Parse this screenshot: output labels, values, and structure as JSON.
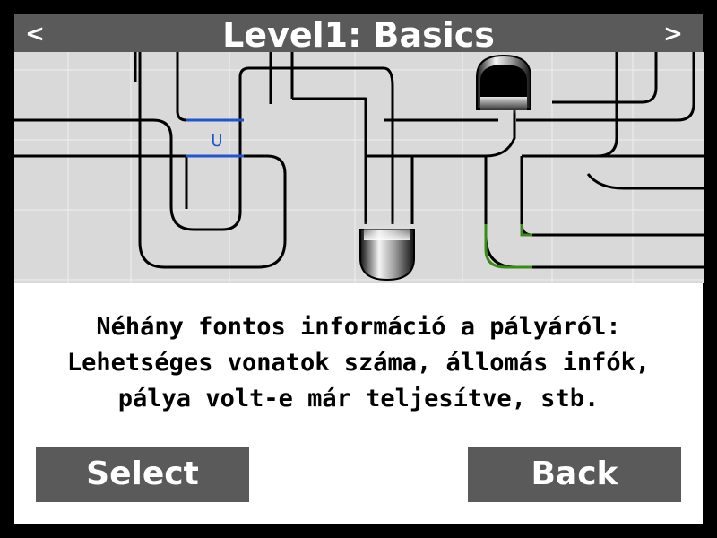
{
  "header": {
    "title": "Level1: Basics",
    "prev_glyph": "<",
    "next_glyph": ">"
  },
  "map": {
    "station_marker_label": "U",
    "colors": {
      "background": "#d9d9d9",
      "track": "#000000",
      "station_highlight": "#2255cc",
      "green_track": "#3a8a1a"
    }
  },
  "info": {
    "lines": [
      "Néhány fontos információ a pályáról:",
      "Lehetséges vonatok száma, állomás infók,",
      "pálya volt-e már teljesítve, stb."
    ]
  },
  "buttons": {
    "select": "Select",
    "back": "Back"
  },
  "colors": {
    "frame": "#000000",
    "bar": "#5a5a5a",
    "panel": "#ffffff",
    "text_light": "#ffffff"
  }
}
